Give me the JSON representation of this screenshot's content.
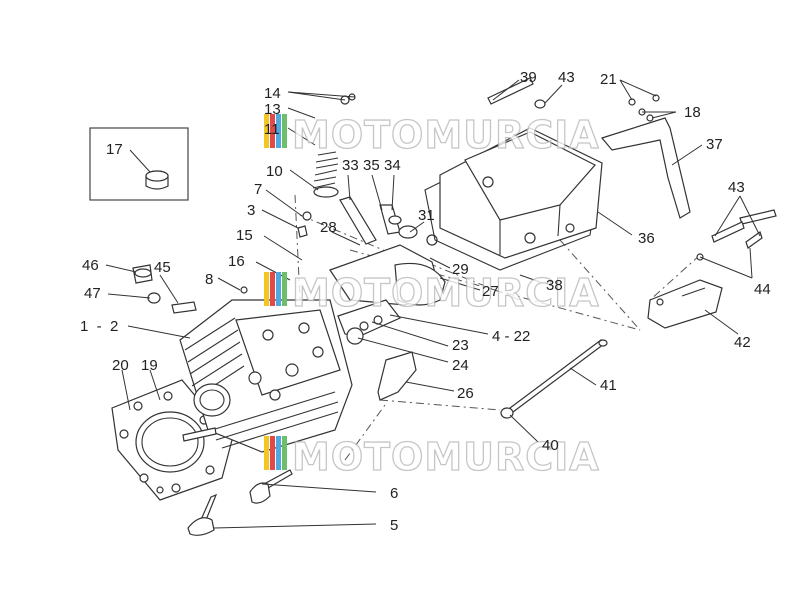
{
  "watermark": {
    "text": "MOTOMURCIA",
    "colors": [
      "#f3c623",
      "#e24a4a",
      "#4fa8e0",
      "#6cc06b"
    ]
  },
  "callouts": {
    "c14": "14",
    "c13": "13",
    "c11": "11",
    "c10": "10",
    "c7": "7",
    "c3": "3",
    "c15": "15",
    "c16": "16",
    "c8": "8",
    "c17": "17",
    "c46": "46",
    "c45": "45",
    "c47": "47",
    "c1_2": "1  -  2",
    "c20": "20",
    "c19": "19",
    "c33": "33",
    "c35": "35",
    "c34": "34",
    "c28": "28",
    "c31": "31",
    "c29": "29",
    "c27": "27",
    "c39": "39",
    "c43a": "43",
    "c21": "21",
    "c18": "18",
    "c37": "37",
    "c36": "36",
    "c38": "38",
    "c43b": "43",
    "c44": "44",
    "c42": "42",
    "c4_22": "4 - 22",
    "c23": "23",
    "c24": "24",
    "c26": "26",
    "c41": "41",
    "c40": "40",
    "c6": "6",
    "c5": "5"
  }
}
